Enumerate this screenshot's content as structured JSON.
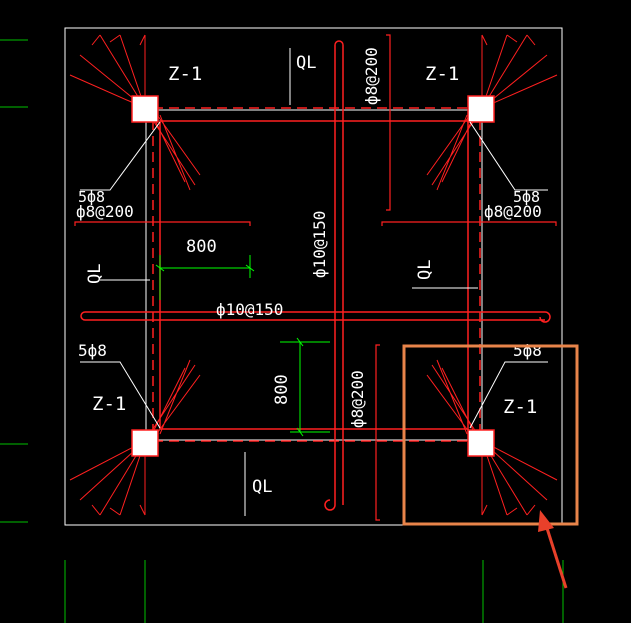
{
  "drawing": {
    "corner_labels": {
      "top_left": "Z-1",
      "top_right": "Z-1",
      "bottom_left": "Z-1",
      "bottom_right": "Z-1"
    },
    "beam_labels": {
      "top": "QL",
      "bottom": "QL",
      "left": "QL",
      "right": "QL"
    },
    "rebar_labels": {
      "top_vertical": "ф8@200",
      "center_vertical": "ф10@150",
      "center_horizontal": "ф10@150",
      "bottom_vertical": "ф8@200",
      "left_stirrup": "ф8@200",
      "right_stirrup": "ф8@200",
      "top_left_count": "5ф8",
      "top_right_count": "5ф8",
      "bottom_left_count": "5ф8",
      "bottom_right_count": "5ф8"
    },
    "dimensions": {
      "horizontal": "800",
      "vertical": "800"
    },
    "colors": {
      "background": "#000000",
      "frame": "#ffffff",
      "rebar": "#ff2020",
      "dimension": "#00ff00",
      "grid": "#00c000",
      "highlight": "#e8844a",
      "arrow": "#e8402a"
    }
  }
}
